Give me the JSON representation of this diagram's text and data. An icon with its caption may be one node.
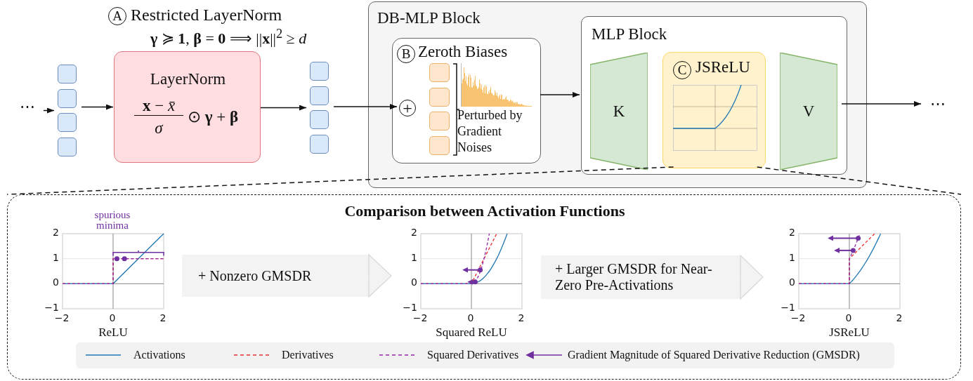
{
  "diagram": {
    "nodes": [
      {
        "text": [
          "⋯"
        ]
      },
      {
        "text": [],
        "shape": "box"
      },
      {
        "text": [
          "LayerNorm",
          "**x** − *x̄*",
          "*σ*",
          "⊙ **γ** + **β**"
        ],
        "beside": [
          "A",
          "Restricted LayerNorm",
          "**γ** ≽ **1**, **β** = **0**  ⟹  ||**x**||$^{2}$ ≥ *d*"
        ]
      },
      {
        "text": [],
        "shape": "box"
      },
      {
        "text": [
          "DB-MLP Block"
        ]
      },
      {
        "text": [
          "B",
          "Zeroth Biases",
          "Perturbed by Gradient Noises"
        ],
        "in": 4
      },
      {
        "text": [
          "+"
        ],
        "in": 5
      },
      {
        "text": [],
        "shape": "box",
        "in": 5
      },
      {
        "text": [
          "MLP Block"
        ],
        "in": 4
      },
      {
        "text": [
          "K"
        ],
        "in": 8
      },
      {
        "text": [
          "C",
          "JSReLU"
        ],
        "in": 8
      },
      {
        "text": [
          "V"
        ],
        "in": 8
      },
      {
        "text": [
          "⋯"
        ]
      },
      {
        "text": [
          "Comparison between Activation Functions"
        ]
      },
      {
        "text": [
          "ReLU"
        ],
        "in": 13
      },
      {
        "text": [
          "Squared ReLU"
        ],
        "in": 13
      },
      {
        "text": [
          "JSReLU"
        ],
        "in": 13
      }
    ],
    "edges": [
      {
        "from": 0,
        "to": 1,
        "arrow": "to"
      },
      {
        "from": 1,
        "to": 2,
        "arrow": "to"
      },
      {
        "from": 2,
        "to": 3,
        "arrow": "to"
      },
      {
        "from": 3,
        "to": 6,
        "arrow": "to"
      },
      {
        "from": 5,
        "to": 8,
        "arrow": "to"
      },
      {
        "from": 11,
        "to": 12,
        "arrow": "to"
      },
      {
        "from": 10,
        "to": 13,
        "arrow": "none",
        "style": "dashed"
      },
      {
        "from": 10,
        "to": 13,
        "arrow": "none",
        "style": "dashed"
      },
      {
        "from": 14,
        "to": 15,
        "arrow": "to",
        "style": "thick",
        "color": "#f3f3f3",
        "label": "+ Nonzero GMSDR"
      },
      {
        "from": 15,
        "to": 16,
        "arrow": "to",
        "style": "thick",
        "color": "#f3f3f3",
        "label": "+ Larger GMSDR for Near-Zero Pre-Activations"
      }
    ],
    "labels": [
      "2",
      "1",
      "0",
      "−1",
      "−2",
      "0",
      "2",
      "spurious minima",
      "2",
      "1",
      "0",
      "−1",
      "−2",
      "0",
      "2",
      "2",
      "1",
      "0",
      "−1",
      "−2",
      "0",
      "2"
    ],
    "legend": [
      {
        "text": "Activations"
      },
      {
        "text": "Derivatives"
      },
      {
        "text": "Squared Derivatives"
      },
      {
        "text": "Gradient Magnitude of Squared Derivative Reduction (GMSDR)"
      }
    ]
  }
}
